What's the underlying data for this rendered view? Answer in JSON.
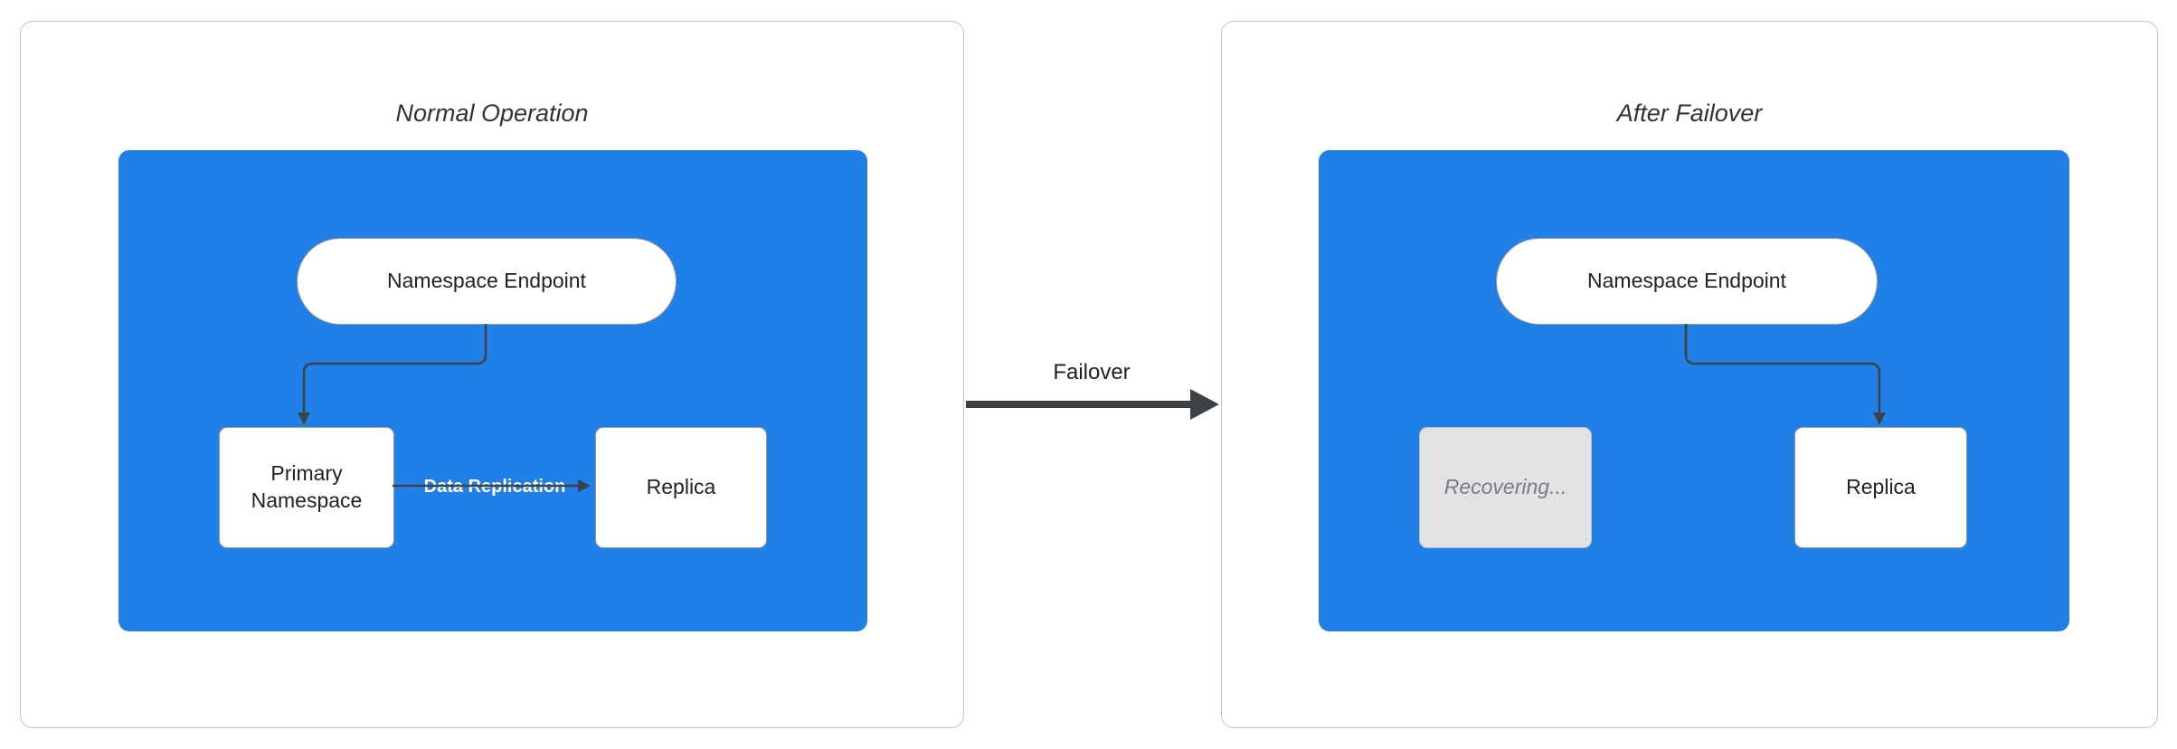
{
  "diagram": {
    "panels": {
      "normal": {
        "title": "Normal Operation",
        "endpoint": "Namespace Endpoint",
        "primary": "Primary Namespace",
        "replica": "Replica",
        "replication_label": "Data Replication"
      },
      "failover": {
        "title": "After Failover",
        "endpoint": "Namespace Endpoint",
        "recovering": "Recovering...",
        "replica": "Replica"
      }
    },
    "transition_label": "Failover",
    "colors": {
      "cluster_fill": "#2080E8",
      "node_fill": "#FFFFFF",
      "node_border": "#97979C",
      "recovering_fill": "#E2E2E5",
      "recovering_text": "#7C7C86",
      "connector": "#3D4247",
      "panel_border": "#C3C3C8",
      "edge_label_text": "#FFFFFF"
    }
  }
}
